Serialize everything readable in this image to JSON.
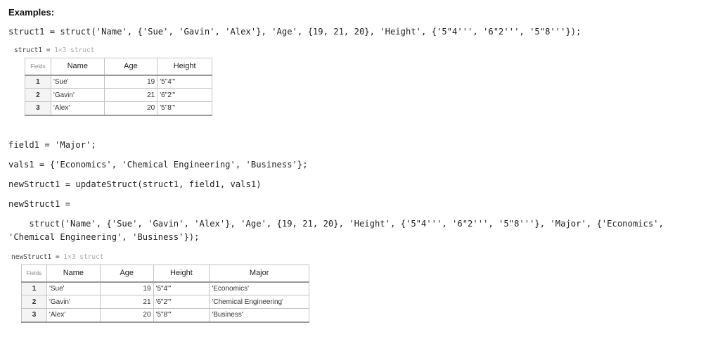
{
  "heading": "Examples:",
  "code": {
    "line1": "struct1 = struct('Name', {'Sue', 'Gavin', 'Alex'}, 'Age', {19, 21, 20}, 'Height', {'5\"4''', '6\"2''', '5\"8'''});",
    "line2": "field1 = 'Major';",
    "line3": "vals1 = {'Economics', 'Chemical Engineering', 'Business'};",
    "line4": "newStruct1 = updateStruct(struct1, field1, vals1)",
    "line5": "newStruct1 =",
    "line6": "    struct('Name', {'Sue', 'Gavin', 'Alex'}, 'Age', {19, 21, 20}, 'Height', {'5\"4''', '6\"2''', '5\"8'''}, 'Major', {'Economics',",
    "line7": "'Chemical Engineering', 'Business'});"
  },
  "table1": {
    "var_name": "struct1",
    "eq": " = ",
    "size_text": "1×3 struct",
    "fields_header": "Fields",
    "columns": [
      "Name",
      "Age",
      "Height"
    ],
    "rows": [
      {
        "idx": "1",
        "name": "'Sue'",
        "age": "19",
        "height": "'5\"4\"'"
      },
      {
        "idx": "2",
        "name": "'Gavin'",
        "age": "21",
        "height": "'6\"2\"'"
      },
      {
        "idx": "3",
        "name": "'Alex'",
        "age": "20",
        "height": "'5\"8\"'"
      }
    ]
  },
  "table2": {
    "var_name": "newStruct1",
    "eq": " = ",
    "size_text": "1×3 struct",
    "fields_header": "Fields",
    "columns": [
      "Name",
      "Age",
      "Height",
      "Major"
    ],
    "rows": [
      {
        "idx": "1",
        "name": "'Sue'",
        "age": "19",
        "height": "'5\"4\"'",
        "major": "'Economics'"
      },
      {
        "idx": "2",
        "name": "'Gavin'",
        "age": "21",
        "height": "'6\"2\"'",
        "major": "'Chemical Engineering'"
      },
      {
        "idx": "3",
        "name": "'Alex'",
        "age": "20",
        "height": "'5\"8\"'",
        "major": "'Business'"
      }
    ]
  }
}
